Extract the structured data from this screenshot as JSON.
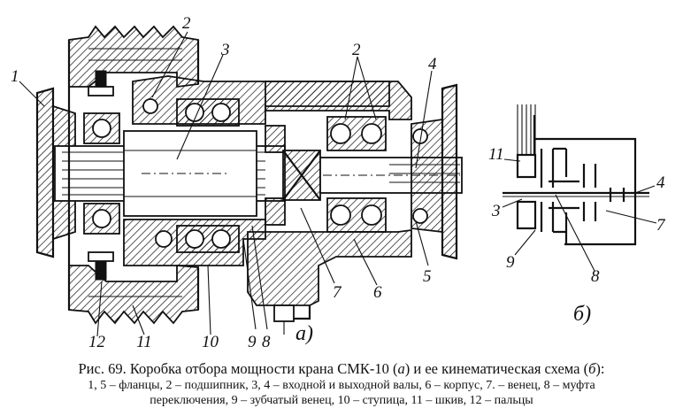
{
  "caption": {
    "title_prefix": "Рис. 69. Коробка отбора мощности крана СМК-10 (",
    "title_a": "а",
    "title_mid": ") и ее кинематическая схема (",
    "title_b": "б",
    "title_suffix": "):",
    "legend_line1": "1, 5 – фланцы, 2 – подшипник, 3, 4 – входной и выходной валы, 6 – корпус, 7. – венец, 8 – муфта",
    "legend_line2": "переключения, 9 – зубчатый венец, 10 – ступица, 11 – шкив, 12 – пальцы"
  },
  "labels_a": {
    "flange_left": "1",
    "bearing_top_left": "2",
    "input_shaft": "3",
    "bearing_top_right": "2",
    "output_shaft": "4",
    "flange_right": "5",
    "housing": "6",
    "crown": "7",
    "coupling": "8",
    "gear_rim": "9",
    "hub": "10",
    "pulley": "11",
    "pins": "12",
    "view_letter": "а)"
  },
  "labels_b": {
    "pulley": "11",
    "output_shaft": "4",
    "input_shaft": "3",
    "crown": "7",
    "gear_rim": "9",
    "coupling": "8",
    "view_letter": "б)"
  }
}
